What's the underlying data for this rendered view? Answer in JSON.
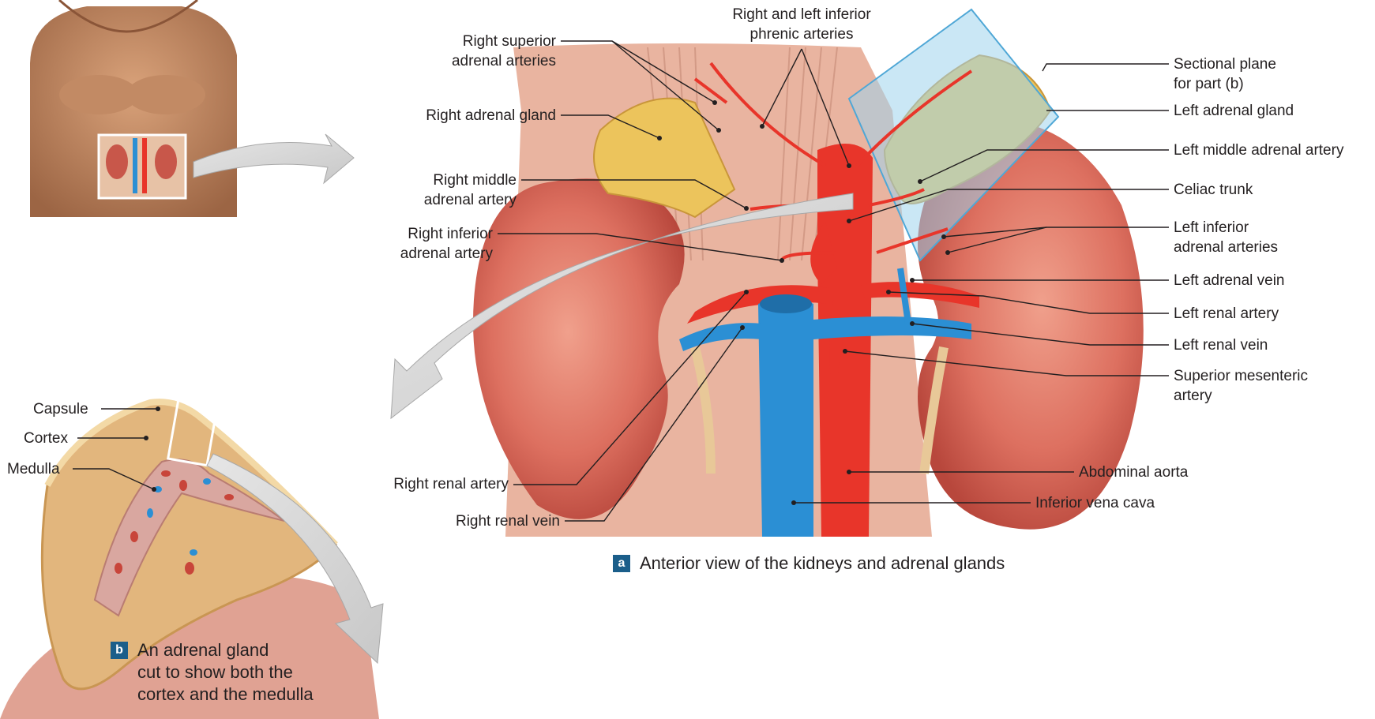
{
  "labels": {
    "phrenic": [
      "Right and left inferior",
      "phrenic arteries"
    ],
    "right_superior": [
      "Right superior",
      "adrenal arteries"
    ],
    "right_gland": "Right adrenal gland",
    "right_middle": [
      "Right middle",
      "adrenal artery"
    ],
    "right_inferior": [
      "Right inferior",
      "adrenal artery"
    ],
    "right_renal_artery": "Right renal artery",
    "right_renal_vein": "Right renal vein",
    "sectional_plane": [
      "Sectional plane",
      "for part (b)"
    ],
    "left_gland": "Left adrenal gland",
    "left_middle": "Left middle adrenal artery",
    "celiac": "Celiac trunk",
    "left_inferior": [
      "Left inferior",
      "adrenal arteries"
    ],
    "left_adrenal_vein": "Left adrenal vein",
    "left_renal_artery": "Left renal artery",
    "left_renal_vein": "Left renal vein",
    "sup_mesenteric": [
      "Superior mesenteric",
      "artery"
    ],
    "aorta": "Abdominal aorta",
    "ivc": "Inferior vena cava",
    "capsule": "Capsule",
    "cortex": "Cortex",
    "medulla": "Medulla"
  },
  "captions": {
    "a": {
      "badge": "a",
      "text": "Anterior view of the kidneys and adrenal glands"
    },
    "b": {
      "badge": "b",
      "lines": [
        "An adrenal gland",
        "cut to show both the",
        "cortex and the medulla"
      ]
    }
  },
  "colors": {
    "badge": "#1b5e8a",
    "kidney": "#d9695a",
    "artery": "#e8352a",
    "vein": "#2b8fd4",
    "gland": "#ecc45c",
    "plane": "#9fd4ec",
    "leader": "#231f20"
  }
}
